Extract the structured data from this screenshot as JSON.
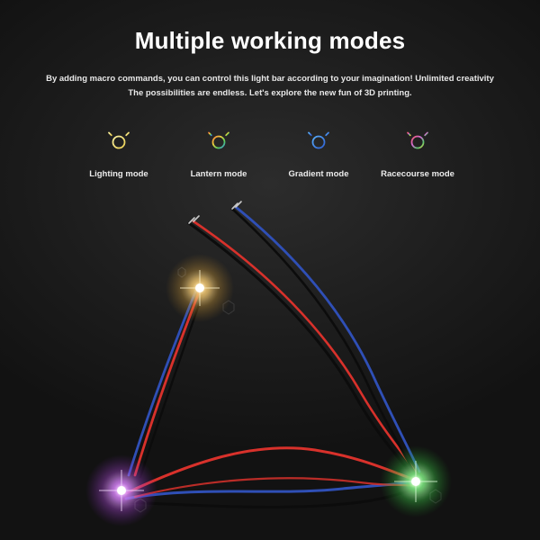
{
  "header": {
    "title": "Multiple working modes",
    "line1": "By adding macro commands, you can control this light bar according to your imagination! Unlimited creativity",
    "line2": "The possibilities are endless. Let's explore the new fun of 3D printing."
  },
  "modes": [
    {
      "label": "Lighting mode",
      "icon": "sun-bulb-icon",
      "color": "#f3e27a"
    },
    {
      "label": "Lantern mode",
      "icon": "sun-bulb-icon",
      "color": "#7fd27a"
    },
    {
      "label": "Gradient mode",
      "icon": "sun-bulb-icon",
      "color": "#4a90e8"
    },
    {
      "label": "Racecourse mode",
      "icon": "sun-bulb-icon",
      "color": "#c86fd8"
    }
  ],
  "leds": [
    {
      "name": "warm-white-led",
      "color": "#ffd27a"
    },
    {
      "name": "purple-led",
      "color": "#d77bff"
    },
    {
      "name": "green-led",
      "color": "#7dff7a"
    }
  ],
  "wires": {
    "red": "#d8312b",
    "blue": "#2f4fb6",
    "black": "#0c0c0c"
  }
}
